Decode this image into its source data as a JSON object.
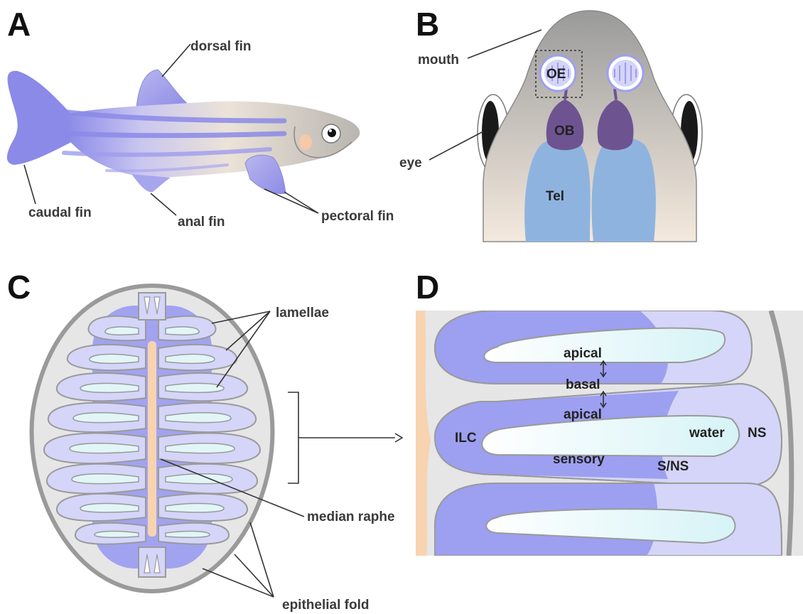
{
  "panels": [
    "A",
    "B",
    "C",
    "D"
  ],
  "panel_a": {
    "labels": {
      "dorsal_fin": "dorsal fin",
      "caudal_fin": "caudal fin",
      "anal_fin": "anal fin",
      "pectoral_fin": "pectoral fin"
    }
  },
  "panel_b": {
    "labels": {
      "mouth": "mouth",
      "eye": "eye",
      "oe": "OE",
      "ob": "OB",
      "tel": "Tel"
    }
  },
  "panel_c": {
    "labels": {
      "lamellae": "lamellae",
      "median_raphe": "median raphe",
      "epithelial_fold": "epithelial fold"
    }
  },
  "panel_d": {
    "labels": {
      "apical_top": "apical",
      "basal": "basal",
      "apical_bottom": "apical",
      "ilc": "ILC",
      "sensory": "sensory",
      "water": "water",
      "ns": "NS",
      "sns": "S/NS"
    }
  },
  "colors": {
    "sensory": "#9d9ff0",
    "non_sensory": "#d4d5f8",
    "water": "#e2f6f7",
    "raphe": "#f8d3b0",
    "outline": "#9a9a9a",
    "bulb": "#6e5391",
    "telencephalon": "#8fb3df"
  }
}
